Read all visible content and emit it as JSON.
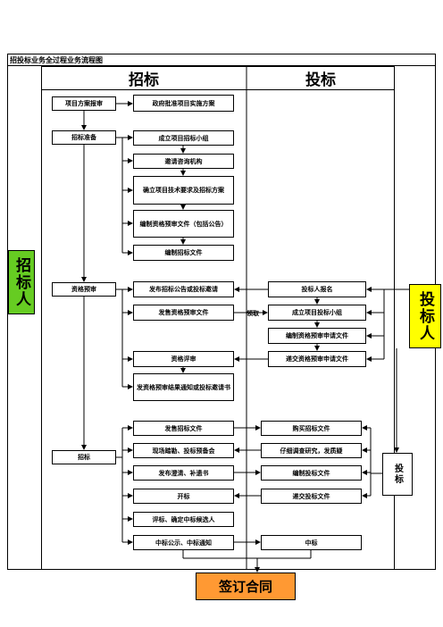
{
  "title": "招投标业务全过程业务流程图",
  "headers": {
    "left": "招标",
    "right": "投标"
  },
  "roles": {
    "tenderer": "招标人",
    "bidder": "投标人",
    "bid_side": "投标"
  },
  "colors": {
    "tenderer_fill": "#66cc22",
    "bidder_fill": "#ffff00",
    "sign_fill": "#ff9933"
  },
  "stages": {
    "s1": "项目方案报审",
    "s2": "招标准备",
    "s3": "资格预审",
    "s4": "招标"
  },
  "tender_steps": {
    "t1": "政府批准项目实施方案",
    "t2": "成立项目招标小组",
    "t3": "邀请咨询机构",
    "t4": "确立项目技术要求及招标方案",
    "t5": "编制资格预审文件（包括公告）",
    "t6": "编制招标文件",
    "t7": "发布招标公告或投标邀请",
    "t8": "发售资格预审文件",
    "t9": "资格评审",
    "t10": "发资格预审结果通知或投标邀请书",
    "t11": "发售招标文件",
    "t12": "现场踏勘、投标预备会",
    "t13": "发布澄清、补遗书",
    "t14": "开标",
    "t15": "评标、确定中标候选人",
    "t16": "中标公示、中标通知"
  },
  "bid_steps": {
    "b1": "投标人报名",
    "b2": "成立项目投标小组",
    "b3": "编制资格预审申请文件",
    "b4": "递交资格预审申请文件",
    "b5": "购买招标文件",
    "b6": "仔细调查研究，发质疑",
    "b7": "编制投标文件",
    "b8": "递交投标文件",
    "b9": "中标"
  },
  "receive_label": "领取",
  "sign_contract": "签订合同"
}
